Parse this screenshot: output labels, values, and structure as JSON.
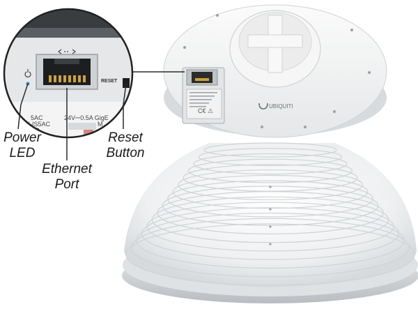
{
  "callouts": {
    "power_led": "Power\nLED",
    "reset_button": "Reset\nButton",
    "ethernet_port": "Ethernet\nPort"
  },
  "zoom_panel": {
    "reset_text": "RESET",
    "power_icon": "power-icon",
    "ethernet_icon": "ethernet-arrows-icon",
    "label_line_1": "5AC",
    "label_line_2": "X-IS5AC",
    "label_line_3": "AC",
    "power_rating": "24V⎓0.5A GigE",
    "fragment": "M"
  },
  "device": {
    "brand_text": "UBIQUITI"
  },
  "colors": {
    "callout_line": "#2a2a2a",
    "zoom_border": "#222222",
    "panel_grey": "#e6e7e9",
    "dish_white": "#f4f5f6",
    "dish_shadow": "#c9cccf",
    "port_gold": "#c9a23a"
  }
}
